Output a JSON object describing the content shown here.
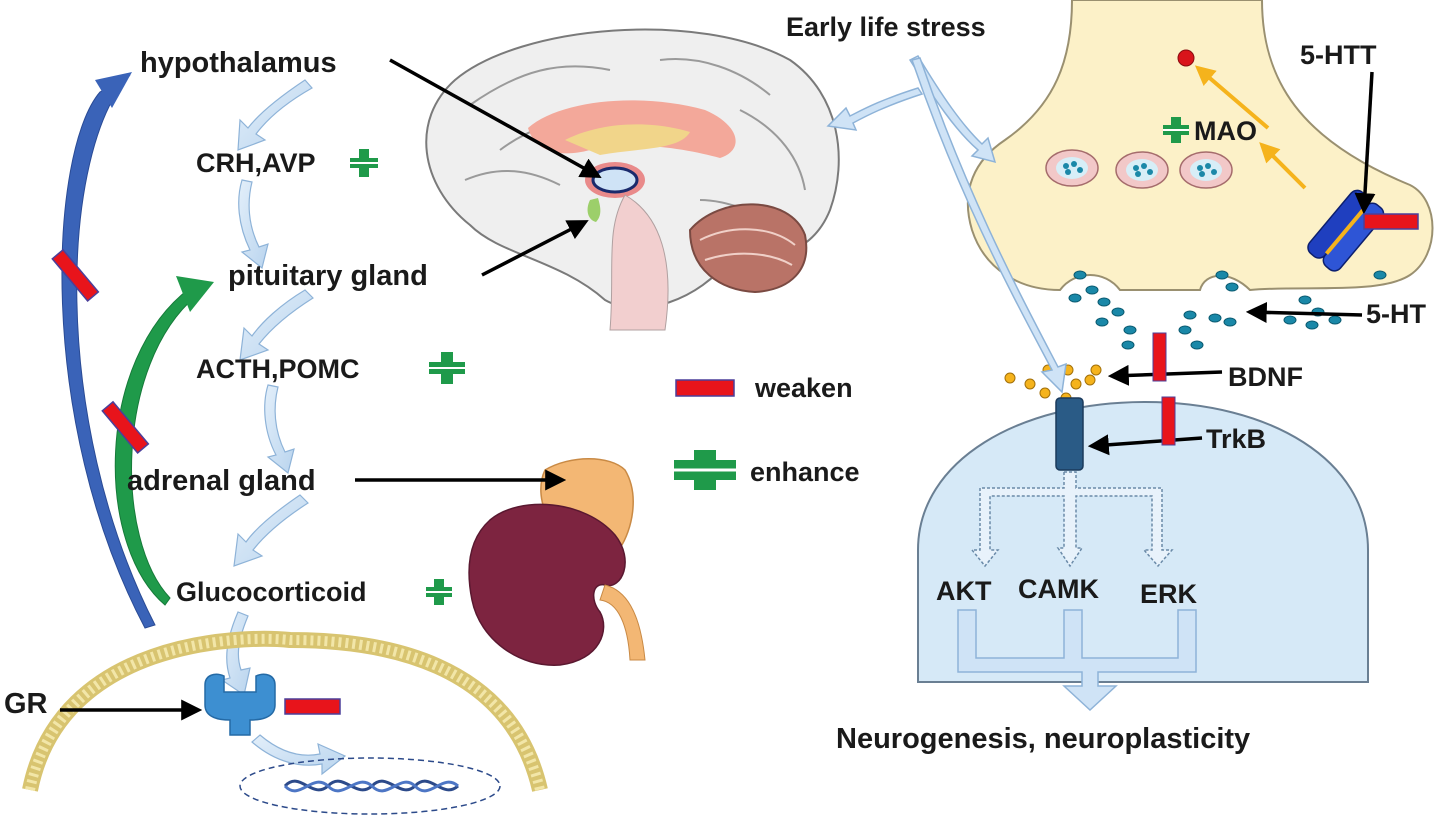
{
  "labels": {
    "hypothalamus": "hypothalamus",
    "crh_avp": "CRH,AVP",
    "pituitary": "pituitary gland",
    "acth_pomc": "ACTH,POMC",
    "adrenal": "adrenal gland",
    "glucocorticoid": "Glucocorticoid",
    "gr": "GR",
    "early_life_stress": "Early life stress",
    "htt": "5-HTT",
    "mao": "MAO",
    "ht": "5-HT",
    "bdnf": "BDNF",
    "trkb": "TrkB",
    "akt": "AKT",
    "camk": "CAMK",
    "erk": "ERK",
    "outcome": "Neurogenesis, neuroplasticity"
  },
  "legend": {
    "weaken": "weaken",
    "enhance": "enhance"
  },
  "colors": {
    "weaken": "#e8141b",
    "enhance": "#1f9a4a",
    "flow_arrow": "#cfe3f6",
    "feedback_blue": "#3a63b8",
    "feedback_green": "#1f9a4a",
    "neuron_body": "#fcf1c8",
    "post_neuron": "#d6e9f7",
    "transporter": "#1f3fbf",
    "mao_arrow": "#f5b31c"
  }
}
